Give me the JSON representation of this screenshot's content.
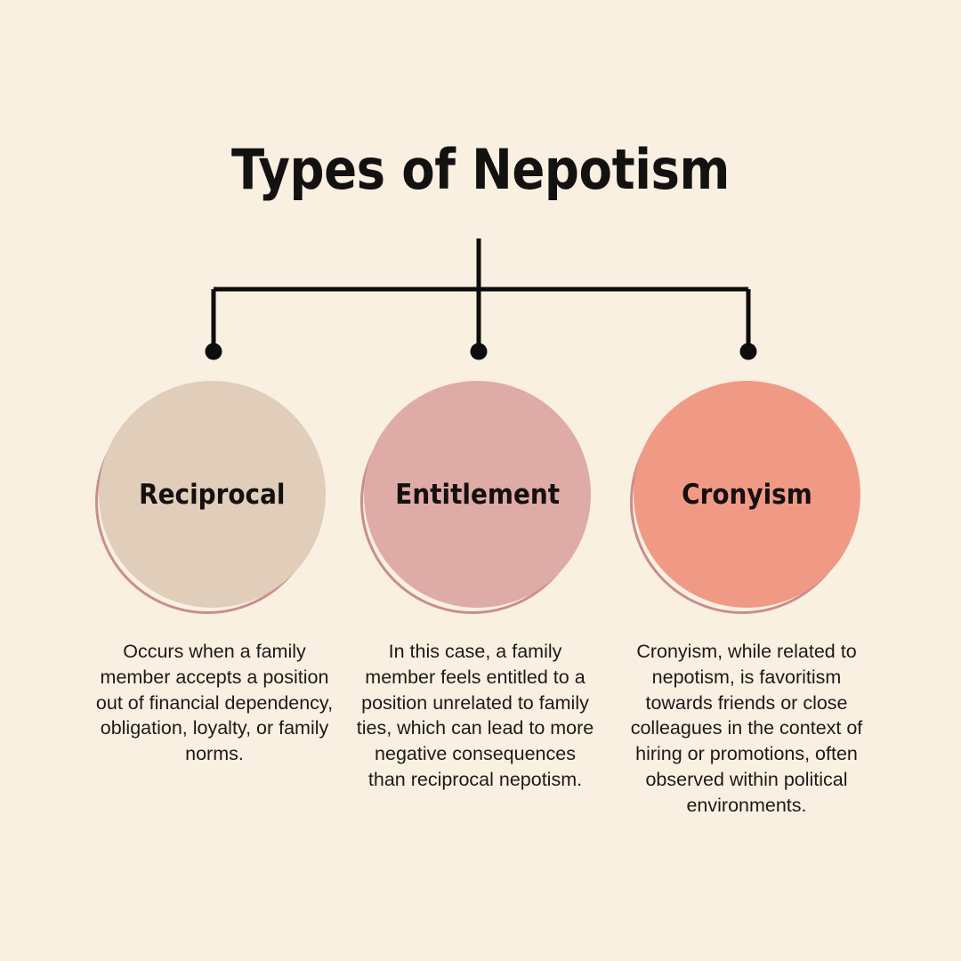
{
  "page": {
    "title": "Types of Nepotism",
    "background_color": "#faf0e2",
    "text_color": "#1c1a18",
    "connector_color": "#0d0d0d"
  },
  "diagram": {
    "type": "hierarchy",
    "root_label": "Types of Nepotism",
    "branch_count": 3,
    "nodes": [
      {
        "id": "reciprocal",
        "label": "Reciprocal",
        "fill_color": "#e0cdba",
        "ring_color": "#c98e8a",
        "description": "Occurs when a family member accepts a position out of financial dependency, obligation, loyalty, or family norms."
      },
      {
        "id": "entitlement",
        "label": "Entitlement",
        "fill_color": "#dfaba6",
        "ring_color": "#c98e8a",
        "description": "In this case, a family member feels entitled to a position unrelated to family ties, which can lead to more negative consequences than reciprocal nepotism."
      },
      {
        "id": "cronyism",
        "label": "Cronyism",
        "fill_color": "#f09a86",
        "ring_color": "#c98e8a",
        "description": "Cronyism, while related to nepotism, is favoritism towards friends or close colleagues in the context of hiring or promotions, often observed within political environments."
      }
    ]
  }
}
